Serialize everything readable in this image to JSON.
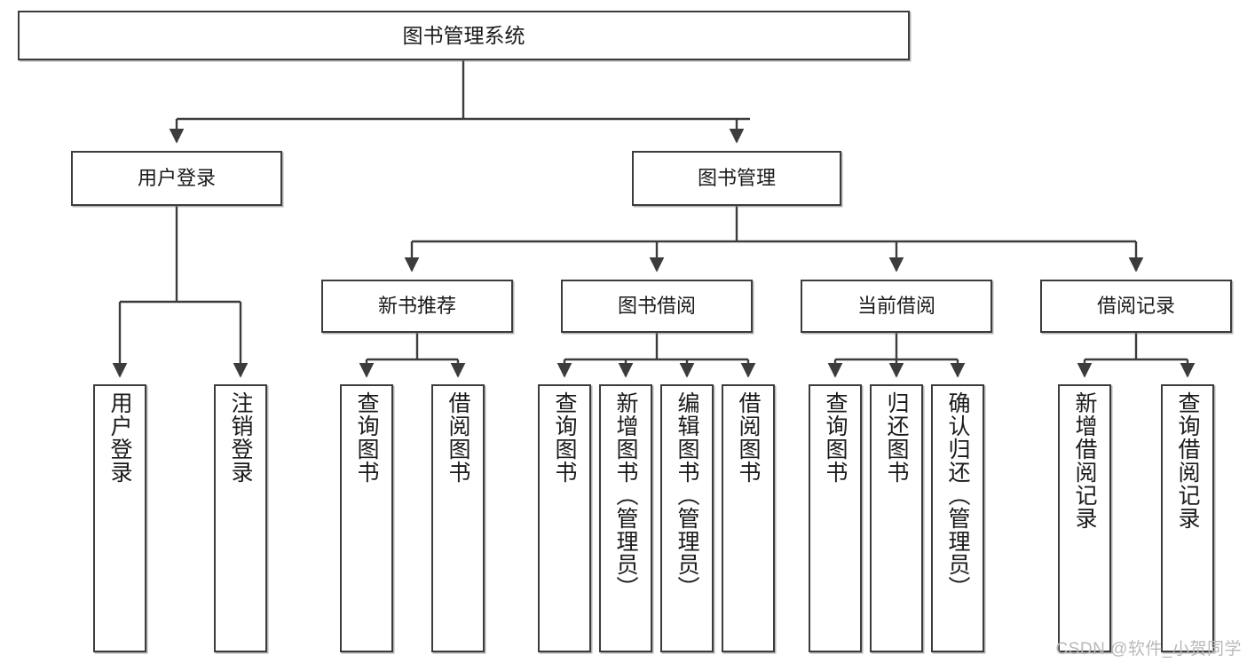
{
  "diagram": {
    "title_node": {
      "id": "root",
      "label": "图书管理系统"
    },
    "level2": [
      {
        "id": "user-login",
        "label": "用户登录"
      },
      {
        "id": "book-management",
        "label": "图书管理"
      }
    ],
    "level3": [
      {
        "id": "new-book-recommend",
        "label": "新书推荐"
      },
      {
        "id": "book-borrow",
        "label": "图书借阅"
      },
      {
        "id": "current-borrow",
        "label": "当前借阅"
      },
      {
        "id": "borrow-record",
        "label": "借阅记录"
      }
    ],
    "leaves": [
      {
        "id": "leaf-user-login",
        "label": "用户登录",
        "parent": "user-login"
      },
      {
        "id": "leaf-user-logout",
        "label": "注销登录",
        "parent": "user-login"
      },
      {
        "id": "leaf-query-book-1",
        "label": "查询图书",
        "parent": "new-book-recommend"
      },
      {
        "id": "leaf-borrow-book-1",
        "label": "借阅图书",
        "parent": "new-book-recommend"
      },
      {
        "id": "leaf-query-book-2",
        "label": "查询图书",
        "parent": "book-borrow"
      },
      {
        "id": "leaf-add-book",
        "label": "新增图书（管理员）",
        "parent": "book-borrow"
      },
      {
        "id": "leaf-edit-book",
        "label": "编辑图书（管理员）",
        "parent": "book-borrow"
      },
      {
        "id": "leaf-borrow-book-2",
        "label": "借阅图书",
        "parent": "book-borrow"
      },
      {
        "id": "leaf-query-book-3",
        "label": "查询图书",
        "parent": "current-borrow"
      },
      {
        "id": "leaf-return-book",
        "label": "归还图书",
        "parent": "current-borrow"
      },
      {
        "id": "leaf-confirm-return",
        "label": "确认归还（管理员）",
        "parent": "current-borrow"
      },
      {
        "id": "leaf-add-record",
        "label": "新增借阅记录",
        "parent": "borrow-record"
      },
      {
        "id": "leaf-query-record",
        "label": "查询借阅记录",
        "parent": "borrow-record"
      }
    ],
    "watermark": "CSDN @软件_小贺同学",
    "colors": {
      "border": "#3c3c3c",
      "background": "#ffffff",
      "text": "#1a1a1a",
      "edge": "#3c3c3c",
      "watermark": "#b9b9b9"
    }
  }
}
